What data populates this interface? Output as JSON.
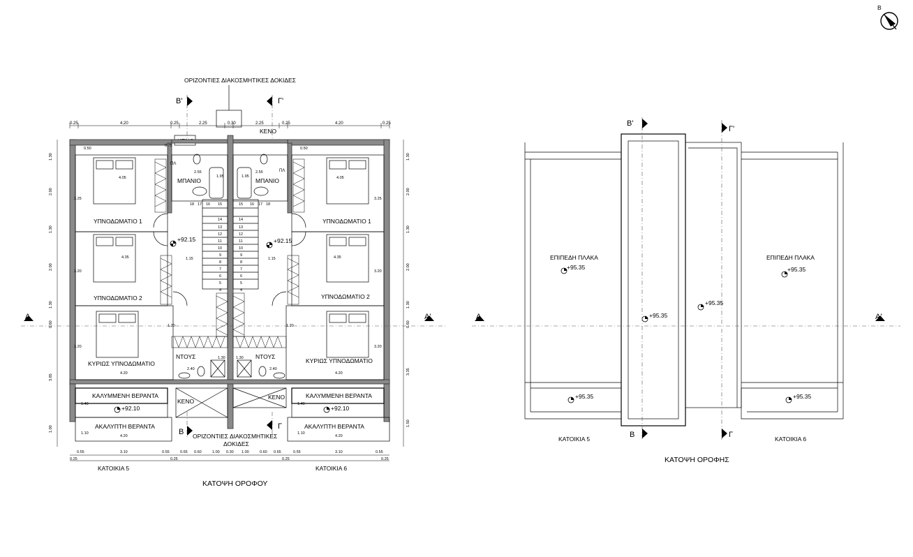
{
  "north_label": "B",
  "section_labels": {
    "b_prime": "B'",
    "g_prime": "Γ'",
    "b": "B",
    "g": "Γ",
    "a": "A",
    "a_prime": "A'"
  },
  "floor_plan": {
    "title": "ΚΑΤΟΨΗ ΟΡΟΦΟΥ",
    "top_note": "ΟΡΙΖΟΝΤΙΕΣ ΔΙΑΚΟΣΜΗΤΙΚΕΣ ΔΟΚΙΔΕΣ",
    "bottom_note_line1": "ΟΡΙΖΟΝΤΙΕΣ ΔΙΑΚΟΣΜΗΤΙΚΕΣ",
    "bottom_note_line2": "ΔΟΚΙΔΕΣ",
    "void": "ΚΕΝΟ",
    "bathroom": "ΜΠΑΝΙΟ",
    "bedroom1": "ΥΠΝΟΔΩΜΑΤΙΟ 1",
    "bedroom2": "ΥΠΝΟΔΩΜΑΤΙΟ 2",
    "master_bedroom": "ΚΥΡΙΩΣ ΥΠΝΟΔΩΜΑΤΙΟ",
    "shower": "ΝΤΟΥΣ",
    "covered_veranda": "ΚΑΛΥΜΜΕΝΗ ΒΕΡΑΝΤΑ",
    "open_veranda": "ΑΚΑΛΥΠΤΗ ΒΕΡΑΝΤΑ",
    "unit5": "ΚΑΤΟΙΚΙΑ 5",
    "unit6": "ΚΑΤΟΙΚΙΑ 6",
    "level": "+92.15",
    "veranda_level": "+92.10",
    "linen": "ΠΛ",
    "top_dims": [
      "0.25",
      "4.20",
      "0.25",
      "2.25",
      "0.30",
      "2.25",
      "0.25",
      "4.20",
      "0.25"
    ],
    "bottom_dims": [
      "0.55",
      "3.10",
      "0.55",
      "0.65",
      "0.60",
      "1.00",
      "0.30",
      "1.00",
      "0.60",
      "0.65",
      "0.55",
      "3.10",
      "0.55"
    ],
    "bottom_dims2": [
      "0.25",
      "0.25",
      "0.25",
      "0.25"
    ],
    "left_dims": [
      "1.30",
      "2.00",
      "1.30",
      "2.00",
      "1.30",
      "0.60",
      "3.85",
      "1.00"
    ],
    "right_dims": [
      "1.30",
      "2.00",
      "1.30",
      "2.00",
      "1.30",
      "0.60",
      "3.35",
      "1.50"
    ],
    "inner_dims": {
      "bed1_w": "4.05",
      "bed2_w": "4.35",
      "master_w": "4.20",
      "veranda_w": "4.20",
      "bath_w": "2.55",
      "bath_h": "1.95",
      "hall_w": "1.15",
      "bed1_h": "3.25",
      "bed2_h": "3.20",
      "master_h": "3.20",
      "closet_h": "1.20",
      "shower_w": "2.40",
      "shower_h": "1.30",
      "veranda_h1": "1.40",
      "veranda_h2": "1.10",
      "wall_050": "0.50",
      "wall_075": "0.75"
    },
    "stair_left": [
      "18",
      "17",
      "16",
      "15",
      "14",
      "13",
      "12",
      "11",
      "10",
      "9",
      "8",
      "7",
      "6",
      "5",
      "4"
    ],
    "stair_right": [
      "15",
      "16",
      "17",
      "18",
      "14",
      "13",
      "12",
      "11",
      "10",
      "9",
      "8",
      "7",
      "6",
      "5",
      "4"
    ]
  },
  "roof_plan": {
    "title": "ΚΑΤΟΨΗ ΟΡΟΦΗΣ",
    "flat_slab": "ΕΠΙΠΕΔΗ ΠΛΑΚΑ",
    "level": "+95.35",
    "unit5": "ΚΑΤΟΙΚΙΑ 5",
    "unit6": "ΚΑΤΟΙΚΙΑ 6"
  }
}
